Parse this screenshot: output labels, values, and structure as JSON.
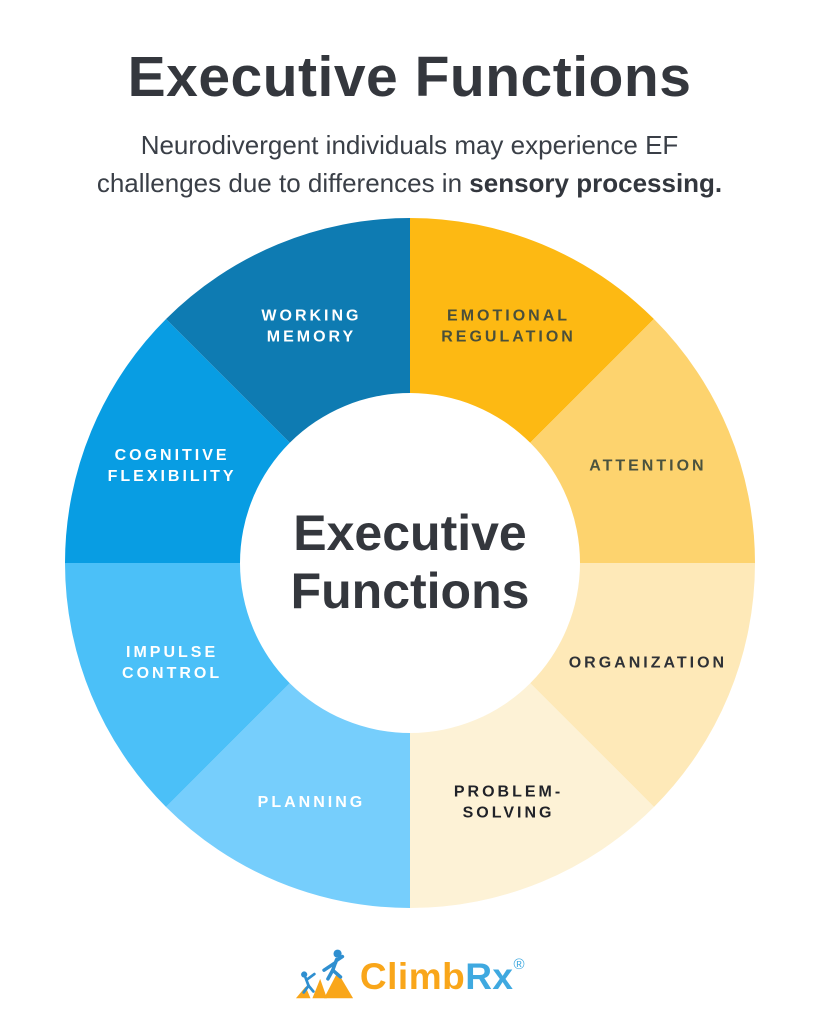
{
  "page": {
    "background": "#ffffff"
  },
  "header": {
    "title": "Executive Functions",
    "subtitle_normal": "Neurodivergent individuals may experience EF challenges due to differences in ",
    "subtitle_bold": "sensory processing."
  },
  "chart_data": {
    "type": "pie",
    "variant": "donut-wheel",
    "title": "Executive Functions",
    "center_label": {
      "line1": "Executive",
      "line2": "Functions"
    },
    "donut": {
      "outer_radius": 345,
      "inner_radius": 170,
      "start_angle_deg": 0,
      "direction": "clockwise",
      "segment_angle_deg": 45
    },
    "segments": [
      {
        "id": "emotional-regulation",
        "label": "Emotional Regulation",
        "label_lines": [
          "EMOTIONAL",
          "REGULATION"
        ],
        "value_pct": 12.5,
        "color": "#fdb913",
        "label_color": "#4a4f3a"
      },
      {
        "id": "attention",
        "label": "Attention",
        "label_lines": [
          "ATTENTION"
        ],
        "value_pct": 12.5,
        "color": "#fdd36e",
        "label_color": "#4a523e"
      },
      {
        "id": "organization",
        "label": "Organization",
        "label_lines": [
          "ORGANIZATION"
        ],
        "value_pct": 12.5,
        "color": "#fee9b8",
        "label_color": "#2e3136"
      },
      {
        "id": "problem-solving",
        "label": "Problem-Solving",
        "label_lines": [
          "PROBLEM-",
          "SOLVING"
        ],
        "value_pct": 12.5,
        "color": "#fdf2d6",
        "label_color": "#202228"
      },
      {
        "id": "planning",
        "label": "Planning",
        "label_lines": [
          "PLANNING"
        ],
        "value_pct": 12.5,
        "color": "#76cefc",
        "label_color": "#ffffff"
      },
      {
        "id": "impulse-control",
        "label": "Impulse Control",
        "label_lines": [
          "IMPULSE",
          "CONTROL"
        ],
        "value_pct": 12.5,
        "color": "#4bc0f8",
        "label_color": "#ffffff"
      },
      {
        "id": "cognitive-flexibility",
        "label": "Cognitive Flexibility",
        "label_lines": [
          "COGNITIVE",
          "FLEXIBILITY"
        ],
        "value_pct": 12.5,
        "color": "#089de3",
        "label_color": "#ffffff"
      },
      {
        "id": "working-memory",
        "label": "Working Memory",
        "label_lines": [
          "WORKING",
          "MEMORY"
        ],
        "value_pct": 12.5,
        "color": "#0e7bb2",
        "label_color": "#ffffff"
      }
    ]
  },
  "footer": {
    "logo": {
      "icon": "climbrx-mountain-climbers-icon",
      "text_climb": "Climb",
      "text_rx": "Rx",
      "registered_mark": "®",
      "climb_color": "#f9a61a",
      "rx_color": "#3fa9e0"
    }
  }
}
